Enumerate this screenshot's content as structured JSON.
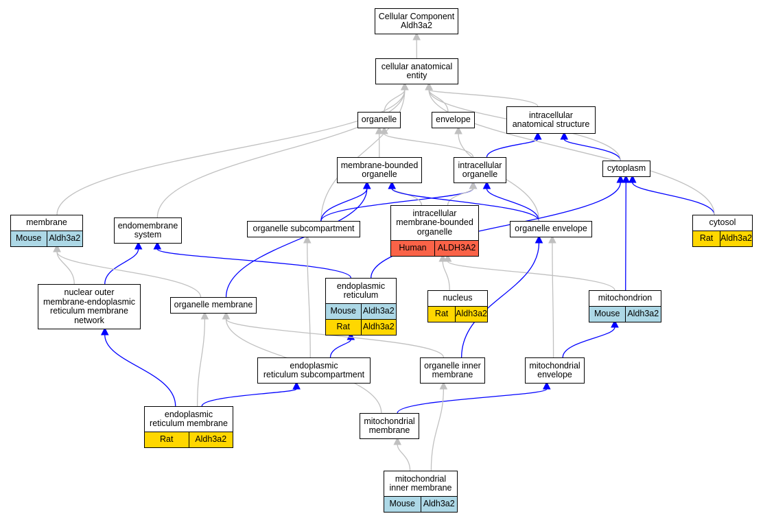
{
  "colors": {
    "is_a_edge": "#c0c0c0",
    "part_of_edge": "#0000ff",
    "mouse": "#add8e6",
    "rat": "#ffd700",
    "human": "#fa6348"
  },
  "nodes": {
    "root": {
      "label": "Cellular Component\nAldh3a2"
    },
    "cae": {
      "label": "cellular anatomical\nentity"
    },
    "organelle": {
      "label": "organelle"
    },
    "envelope": {
      "label": "envelope"
    },
    "ias": {
      "label": "intracellular\nanatomical structure"
    },
    "mbo": {
      "label": "membrane-bounded\norganelle"
    },
    "io": {
      "label": "intracellular\norganelle"
    },
    "cytoplasm": {
      "label": "cytoplasm"
    },
    "membrane": {
      "label": "membrane",
      "rows": [
        {
          "species": "Mouse",
          "gene": "Aldh3a2",
          "color": "#add8e6"
        }
      ]
    },
    "endo_sys": {
      "label": "endomembrane\nsystem"
    },
    "org_subcomp": {
      "label": "organelle subcompartment"
    },
    "imbo": {
      "label": "intracellular\nmembrane-bounded\norganelle",
      "rows": [
        {
          "species": "Human",
          "gene": "ALDH3A2",
          "color": "#fa6348"
        }
      ]
    },
    "org_env": {
      "label": "organelle envelope"
    },
    "cytosol": {
      "label": "cytosol",
      "rows": [
        {
          "species": "Rat",
          "gene": "Aldh3a2",
          "color": "#ffd700"
        }
      ]
    },
    "nuc_outer": {
      "label": "nuclear outer\nmembrane-endoplasmic\nreticulum membrane\nnetwork"
    },
    "org_mem": {
      "label": "organelle membrane"
    },
    "er": {
      "label": "endoplasmic\nreticulum",
      "rows": [
        {
          "species": "Mouse",
          "gene": "Aldh3a2",
          "color": "#add8e6"
        },
        {
          "species": "Rat",
          "gene": "Aldh3a2",
          "color": "#ffd700"
        }
      ]
    },
    "nucleus": {
      "label": "nucleus",
      "rows": [
        {
          "species": "Rat",
          "gene": "Aldh3a2",
          "color": "#ffd700"
        }
      ]
    },
    "mito": {
      "label": "mitochondrion",
      "rows": [
        {
          "species": "Mouse",
          "gene": "Aldh3a2",
          "color": "#add8e6"
        }
      ]
    },
    "er_subcomp": {
      "label": "endoplasmic\nreticulum subcompartment"
    },
    "org_inner": {
      "label": "organelle inner\nmembrane"
    },
    "mito_env": {
      "label": "mitochondrial\nenvelope"
    },
    "er_mem": {
      "label": "endoplasmic\nreticulum membrane",
      "rows": [
        {
          "species": "Rat",
          "gene": "Aldh3a2",
          "color": "#ffd700"
        }
      ]
    },
    "mito_mem": {
      "label": "mitochondrial\nmembrane"
    },
    "mito_inner": {
      "label": "mitochondrial\ninner membrane",
      "rows": [
        {
          "species": "Mouse",
          "gene": "Aldh3a2",
          "color": "#add8e6"
        }
      ]
    }
  },
  "edges": [
    {
      "from": "cae",
      "to": "root",
      "type": "is_a"
    },
    {
      "from": "organelle",
      "to": "cae",
      "type": "is_a"
    },
    {
      "from": "envelope",
      "to": "cae",
      "type": "is_a"
    },
    {
      "from": "ias",
      "to": "cae",
      "type": "is_a"
    },
    {
      "from": "mbo",
      "to": "organelle",
      "type": "is_a"
    },
    {
      "from": "io",
      "to": "organelle",
      "type": "is_a"
    },
    {
      "from": "io",
      "to": "ias",
      "type": "part_of"
    },
    {
      "from": "cytoplasm",
      "to": "ias",
      "type": "part_of"
    },
    {
      "from": "cytoplasm",
      "to": "cae",
      "type": "is_a"
    },
    {
      "from": "membrane",
      "to": "cae",
      "type": "is_a"
    },
    {
      "from": "endo_sys",
      "to": "cae",
      "type": "is_a"
    },
    {
      "from": "org_subcomp",
      "to": "cae",
      "type": "is_a"
    },
    {
      "from": "org_subcomp",
      "to": "mbo",
      "type": "part_of"
    },
    {
      "from": "org_subcomp",
      "to": "io",
      "type": "part_of"
    },
    {
      "from": "imbo",
      "to": "mbo",
      "type": "is_a"
    },
    {
      "from": "imbo",
      "to": "io",
      "type": "is_a"
    },
    {
      "from": "org_env",
      "to": "mbo",
      "type": "part_of"
    },
    {
      "from": "org_env",
      "to": "io",
      "type": "part_of"
    },
    {
      "from": "org_env",
      "to": "envelope",
      "type": "is_a"
    },
    {
      "from": "cytosol",
      "to": "cytoplasm",
      "type": "part_of"
    },
    {
      "from": "cytosol",
      "to": "cae",
      "type": "is_a"
    },
    {
      "from": "nuc_outer",
      "to": "membrane",
      "type": "is_a"
    },
    {
      "from": "nuc_outer",
      "to": "endo_sys",
      "type": "part_of"
    },
    {
      "from": "org_mem",
      "to": "membrane",
      "type": "is_a"
    },
    {
      "from": "org_mem",
      "to": "mbo",
      "type": "part_of"
    },
    {
      "from": "er",
      "to": "endo_sys",
      "type": "part_of"
    },
    {
      "from": "er",
      "to": "cytoplasm",
      "type": "part_of"
    },
    {
      "from": "nucleus",
      "to": "imbo",
      "type": "is_a"
    },
    {
      "from": "mito",
      "to": "imbo",
      "type": "is_a"
    },
    {
      "from": "mito",
      "to": "cytoplasm",
      "type": "part_of"
    },
    {
      "from": "er_subcomp",
      "to": "er",
      "type": "part_of"
    },
    {
      "from": "er_subcomp",
      "to": "org_subcomp",
      "type": "is_a"
    },
    {
      "from": "org_inner",
      "to": "org_mem",
      "type": "is_a"
    },
    {
      "from": "org_inner",
      "to": "org_env",
      "type": "part_of"
    },
    {
      "from": "mito_env",
      "to": "mito",
      "type": "part_of"
    },
    {
      "from": "mito_env",
      "to": "org_env",
      "type": "is_a"
    },
    {
      "from": "er_mem",
      "to": "nuc_outer",
      "type": "part_of"
    },
    {
      "from": "er_mem",
      "to": "er_subcomp",
      "type": "part_of"
    },
    {
      "from": "er_mem",
      "to": "org_mem",
      "type": "is_a"
    },
    {
      "from": "mito_mem",
      "to": "org_mem",
      "type": "is_a"
    },
    {
      "from": "mito_mem",
      "to": "mito_env",
      "type": "part_of"
    },
    {
      "from": "mito_inner",
      "to": "mito_mem",
      "type": "is_a"
    },
    {
      "from": "mito_inner",
      "to": "org_inner",
      "type": "is_a"
    }
  ]
}
